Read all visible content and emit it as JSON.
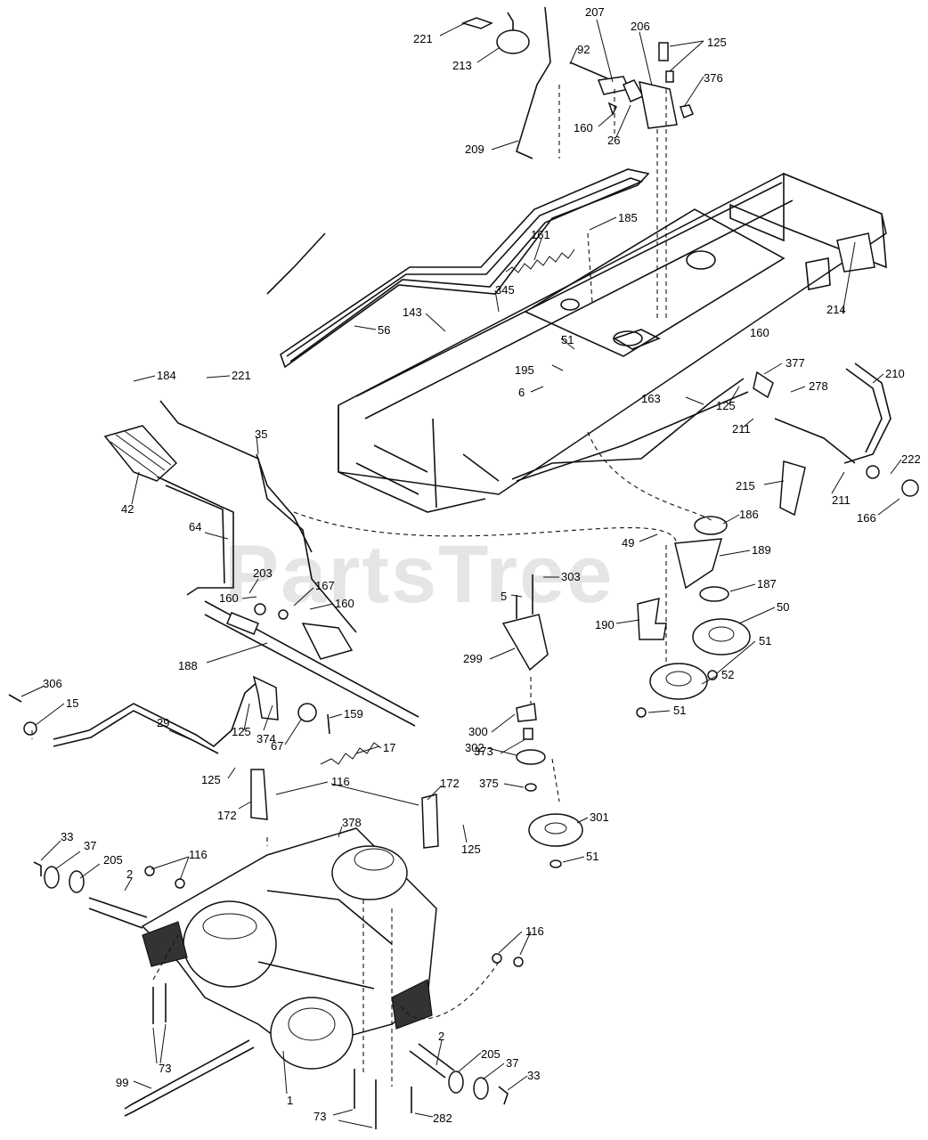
{
  "watermark": "PartsTree",
  "callouts": [
    "221",
    "213",
    "207",
    "206",
    "125",
    "92",
    "376",
    "160",
    "26",
    "209",
    "185",
    "161",
    "345",
    "143",
    "56",
    "51",
    "195",
    "6",
    "160",
    "184",
    "221",
    "35",
    "42",
    "64",
    "203",
    "160",
    "167",
    "160",
    "188",
    "214",
    "377",
    "278",
    "210",
    "163",
    "125",
    "211",
    "215",
    "211",
    "222",
    "166",
    "186",
    "49",
    "189",
    "303",
    "5",
    "187",
    "190",
    "50",
    "51",
    "299",
    "52",
    "51",
    "306",
    "15",
    "29",
    "125",
    "374",
    "67",
    "159",
    "17",
    "300",
    "373",
    "302",
    "375",
    "125",
    "116",
    "172",
    "172",
    "378",
    "125",
    "301",
    "51",
    "33",
    "37",
    "205",
    "2",
    "116",
    "116",
    "73",
    "99",
    "1",
    "73",
    "282",
    "2",
    "205",
    "37",
    "33"
  ]
}
